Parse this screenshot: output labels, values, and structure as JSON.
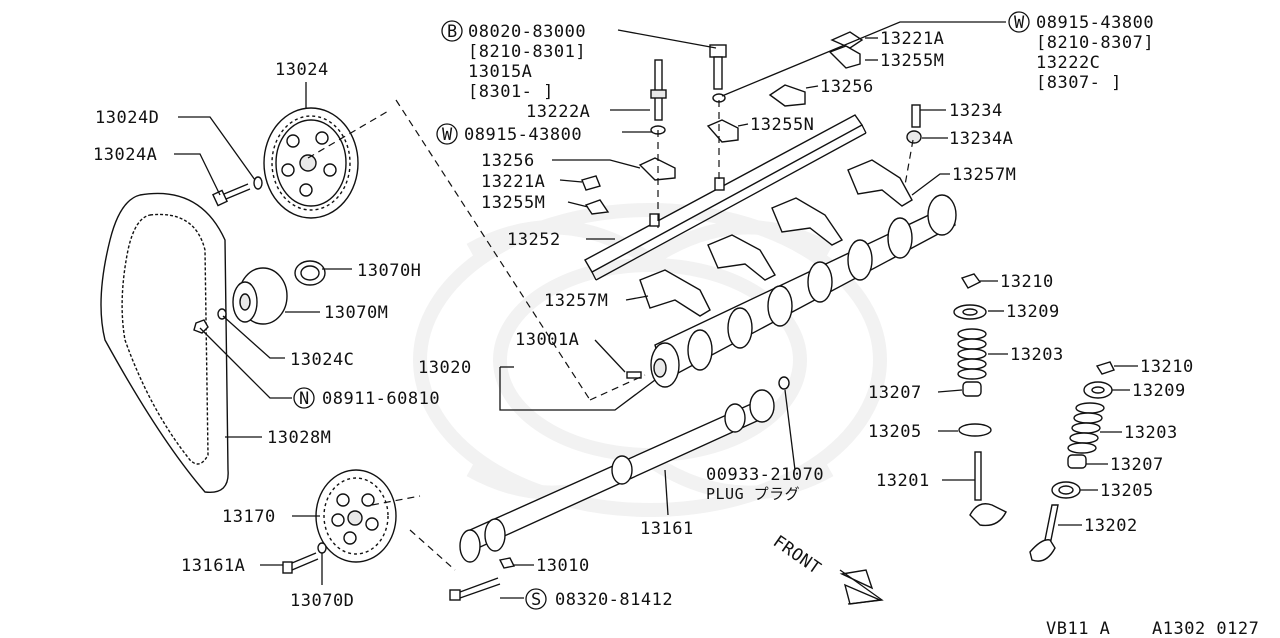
{
  "labels": {
    "l13024": "13024",
    "l13024D": "13024D",
    "l13024A": "13024A",
    "l13070H": "13070H",
    "l13070M": "13070M",
    "l13024C": "13024C",
    "l08911": "08911-60810",
    "l08911_prefix": "N",
    "l13028M": "13028M",
    "l13170": "13170",
    "l13161A": "13161A",
    "l13070D": "13070D",
    "l08020": "08020-83000",
    "l08020_prefix": "B",
    "l08020_r1": "[8210-8301]",
    "l13015A": "13015A",
    "l08020_r2": "[8301-   ]",
    "l13222A": "13222A",
    "l08915a": "08915-43800",
    "l08915a_prefix": "W",
    "l13256a": "13256",
    "l13221Aa": "13221A",
    "l13255Ma": "13255M",
    "l13252": "13252",
    "l13257Ma": "13257M",
    "l13221Ab": "13221A",
    "l13255Mb": "13255M",
    "l13256b": "13256",
    "l13255N": "13255N",
    "l08915b": "08915-43800",
    "l08915b_prefix": "W",
    "l08915b_r1": "[8210-8307]",
    "l13222C": "13222C",
    "l08915b_r2": "[8307-   ]",
    "l13234": "13234",
    "l13234A": "13234A",
    "l13257Mb": "13257M",
    "l13001A": "13001A",
    "l13020": "13020",
    "l13210a": "13210",
    "l13209a": "13209",
    "l13203a": "13203",
    "l13207a": "13207",
    "l13205a": "13205",
    "l13201": "13201",
    "l13210b": "13210",
    "l13209b": "13209",
    "l13203b": "13203",
    "l13207b": "13207",
    "l13205b": "13205",
    "l13202": "13202",
    "l00933": "00933-21070",
    "l_plug": "PLUG プラグ",
    "l13161": "13161",
    "l13010": "13010",
    "l08320": "08320-81412",
    "l08320_prefix": "S",
    "front": "FRONT",
    "footer_model": "VB11 A",
    "footer_code": "A1302 0127"
  }
}
